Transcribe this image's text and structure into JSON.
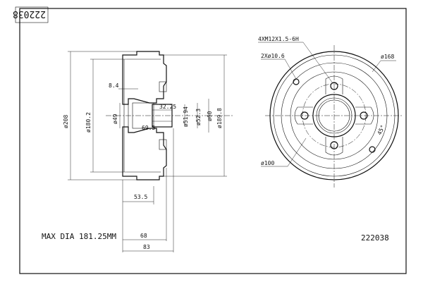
{
  "sheet": {
    "part_number_stamp": "222038",
    "part_number": "222038",
    "max_dia_note": "MAX DIA 181.25MM"
  },
  "side_view": {
    "dims": {
      "outer_dia": "ø208",
      "drum_inner_dia": "ø180.2",
      "center_bore": "ø49",
      "step_a": "8.4",
      "step_b": "32.25",
      "step_c": "69.5",
      "hub_bore": "ø51.94",
      "hub_outer": "ø52.3",
      "hub_flange": "ø60",
      "flange_dia": "ø189.8",
      "depth_inner": "53.5",
      "depth_mid": "68",
      "depth_total": "83"
    }
  },
  "front_view": {
    "dims": {
      "thread": "4XM12X1.5-6H",
      "holes": "2Xø10.6",
      "outer_circle": "ø168",
      "pitch_circle": "ø100",
      "angle": "45°"
    }
  }
}
